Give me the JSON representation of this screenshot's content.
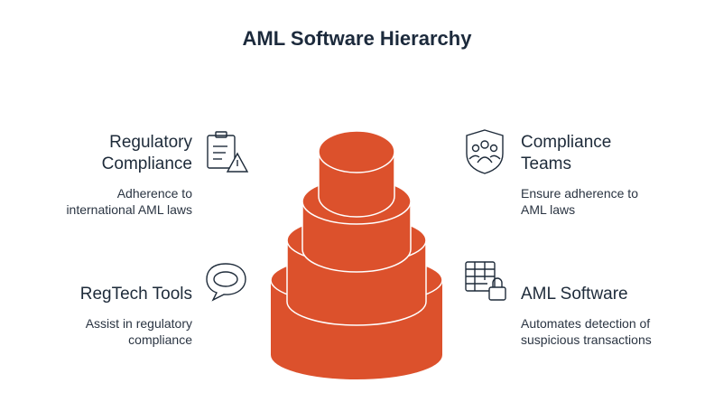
{
  "title": "AML Software Hierarchy",
  "items": [
    {
      "heading_line1": "Regulatory",
      "heading_line2": "Compliance",
      "desc_line1": "Adherence to",
      "desc_line2": "international AML laws",
      "icon": "clipboard-warning-icon"
    },
    {
      "heading_line1": "Compliance",
      "heading_line2": "Teams",
      "desc_line1": "Ensure adherence to",
      "desc_line2": "AML laws",
      "icon": "team-shield-icon"
    },
    {
      "heading_line1": "RegTech Tools",
      "desc_line1": "Assist in regulatory",
      "desc_line2": "compliance",
      "icon": "speech-bubble-icon"
    },
    {
      "heading_line1": "AML Software",
      "desc_line1": "Automates detection of",
      "desc_line2": "suspicious transactions",
      "icon": "table-lock-icon"
    }
  ],
  "colors": {
    "tier": "#dc512c",
    "text": "#1e2b3a"
  }
}
